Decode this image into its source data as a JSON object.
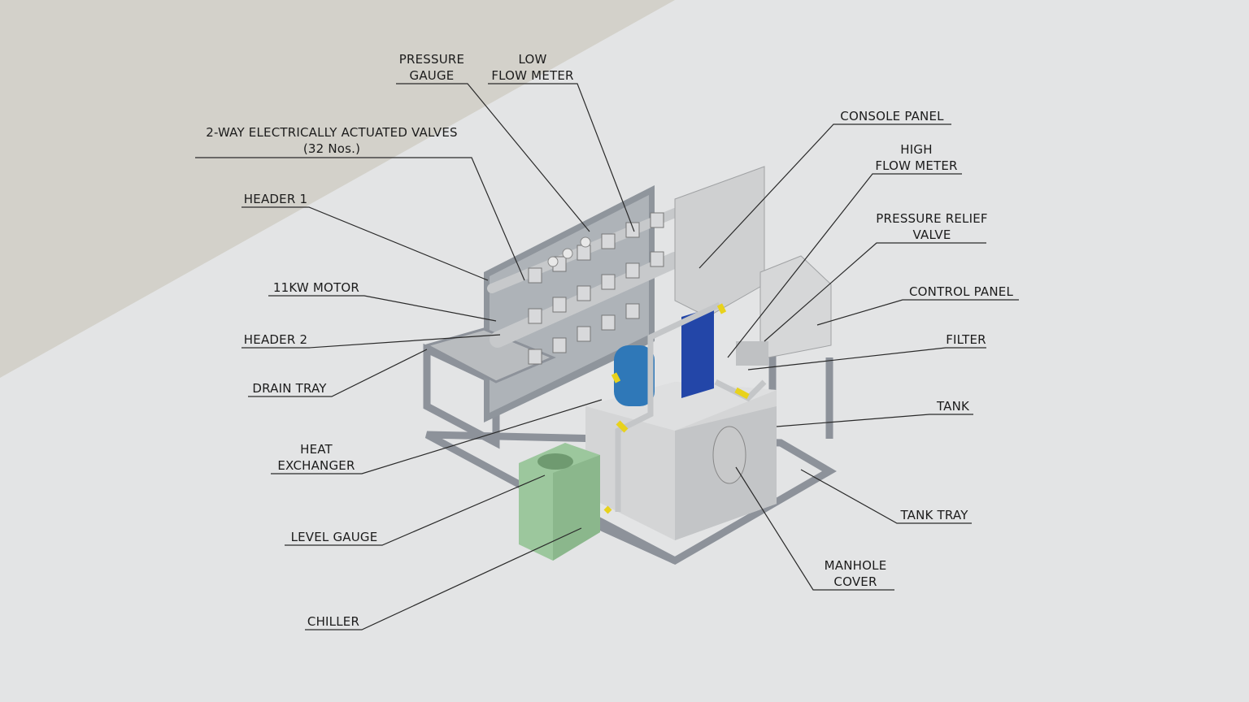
{
  "diagram": {
    "labels": {
      "pressure_gauge": [
        "PRESSURE",
        "GAUGE"
      ],
      "low_flow_meter": [
        "LOW",
        "FLOW METER"
      ],
      "valves": [
        "2-WAY ELECTRICALLY ACTUATED VALVES",
        "(32 Nos.)"
      ],
      "header1": "HEADER 1",
      "motor": "11KW MOTOR",
      "header2": "HEADER 2",
      "drain_tray": "DRAIN TRAY",
      "heat_exchanger": [
        "HEAT",
        "EXCHANGER"
      ],
      "level_gauge": "LEVEL GAUGE",
      "chiller": "CHILLER",
      "console_panel": "CONSOLE PANEL",
      "high_flow_meter": [
        "HIGH",
        "FLOW METER"
      ],
      "pressure_relief_valve": [
        "PRESSURE RELIEF",
        "VALVE"
      ],
      "control_panel": "CONTROL PANEL",
      "filter": "FILTER",
      "tank": "TANK",
      "tank_tray": "TANK TRAY",
      "manhole_cover": [
        "MANHOLE",
        "COVER"
      ]
    },
    "colors": {
      "wall": "#d3d1ca",
      "floor": "#e3e4e5",
      "frame": "#8d929a",
      "steel": "#c9cbcd",
      "motor": "#2f78b8",
      "heat_exchanger": "#2346a8",
      "chiller": "#9cc79d",
      "pipe_accent": "#e8d21c"
    }
  }
}
